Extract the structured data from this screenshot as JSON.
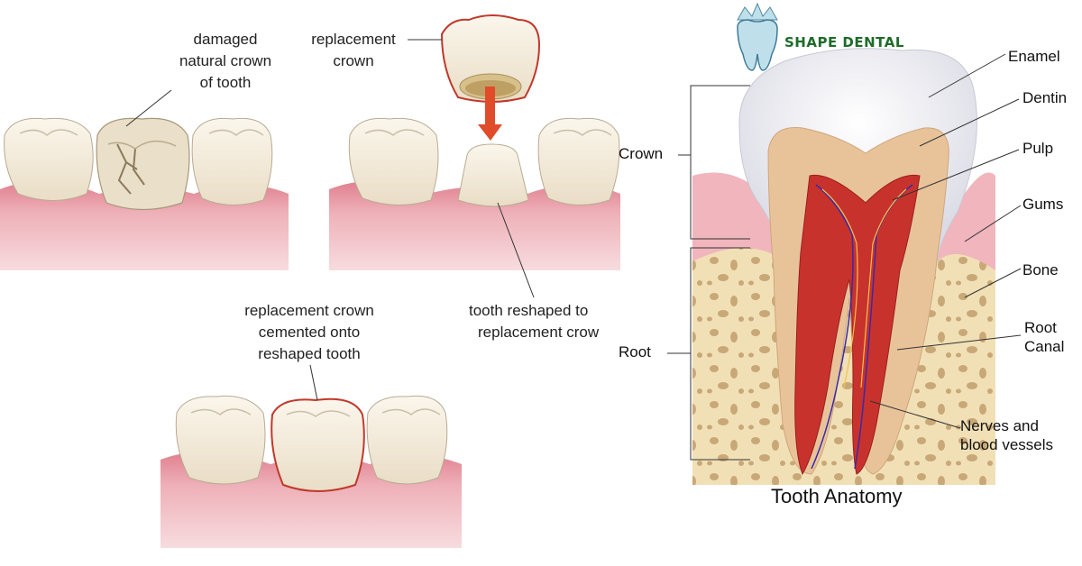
{
  "crown_procedure": {
    "label_damaged": [
      "damaged",
      "natural crown",
      "of tooth"
    ],
    "label_replacement": [
      "replacement",
      "crown"
    ],
    "label_reshaped": [
      "tooth reshaped to",
      "replacement crow"
    ],
    "label_cemented": [
      "replacement crown",
      "cemented onto",
      "reshaped tooth"
    ]
  },
  "anatomy": {
    "brand": "SHAPE DENTAL",
    "title": "Tooth Anatomy",
    "labels": {
      "enamel": "Enamel",
      "dentin": "Dentin",
      "pulp": "Pulp",
      "gums": "Gums",
      "bone": "Bone",
      "root_canal": [
        "Root",
        "Canal"
      ],
      "nerves": [
        "Nerves and",
        "blood vessels"
      ],
      "crown": "Crown",
      "root": "Root"
    }
  },
  "colors": {
    "gum": "#e9a3ad",
    "gum_dark": "#d98592",
    "tooth": "#f4ecdc",
    "crown_outline": "#c0392b",
    "arrow": "#e04b2a",
    "bone": "#efdcb0",
    "dentin": "#e8c39a",
    "pulp": "#c8322d",
    "brand_green": "#1f6b2a"
  }
}
